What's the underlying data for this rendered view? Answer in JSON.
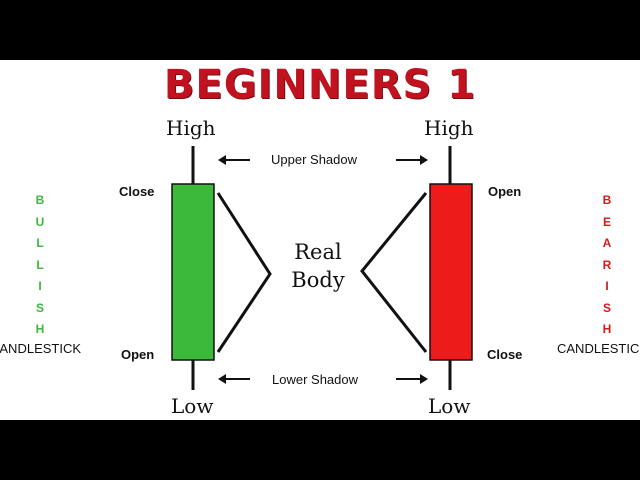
{
  "title": "BEGINNERS 1",
  "diagram": {
    "real_body": {
      "line1": "Real",
      "line2": "Body"
    },
    "upper_shadow": "Upper Shadow",
    "lower_shadow": "Lower Shadow",
    "bullish": {
      "high": "High",
      "low": "Low",
      "close": "Close",
      "open": "Open",
      "side_letters": [
        "B",
        "U",
        "L",
        "L",
        "I",
        "S",
        "H"
      ],
      "caption": "CANDLESTICK",
      "color": "#3cb93a"
    },
    "bearish": {
      "high": "High",
      "low": "Low",
      "open": "Open",
      "close": "Close",
      "side_letters": [
        "B",
        "E",
        "A",
        "R",
        "I",
        "S",
        "H"
      ],
      "caption": "CANDLESTICK",
      "color": "#ee1b1b"
    },
    "letter_colors": {
      "bullish": "#3cb93a",
      "bearish": "#d61a1a"
    }
  }
}
